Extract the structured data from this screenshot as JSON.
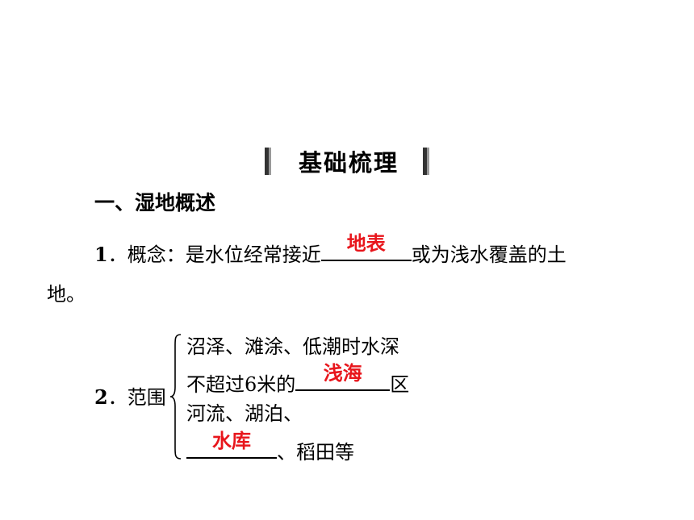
{
  "section": {
    "title": "基础梳理"
  },
  "heading": "一、湿地概述",
  "item1": {
    "number": "1",
    "sep": "．",
    "text_before": "概念：是水位经常接近",
    "answer": "地表",
    "text_after": "或为浅水覆盖的土",
    "text_wrap": "地。"
  },
  "item2": {
    "number": "2",
    "sep": "．",
    "label": "范围",
    "lines": [
      "沼泽、滩涂、低潮时水深",
      "不超过6米的",
      "区",
      "河流、湖泊、",
      "、稻田等"
    ],
    "answer_sea": "浅海",
    "answer_reservoir": "水库"
  },
  "colors": {
    "answer": "#e8161c",
    "text": "#000000",
    "background": "#ffffff"
  }
}
